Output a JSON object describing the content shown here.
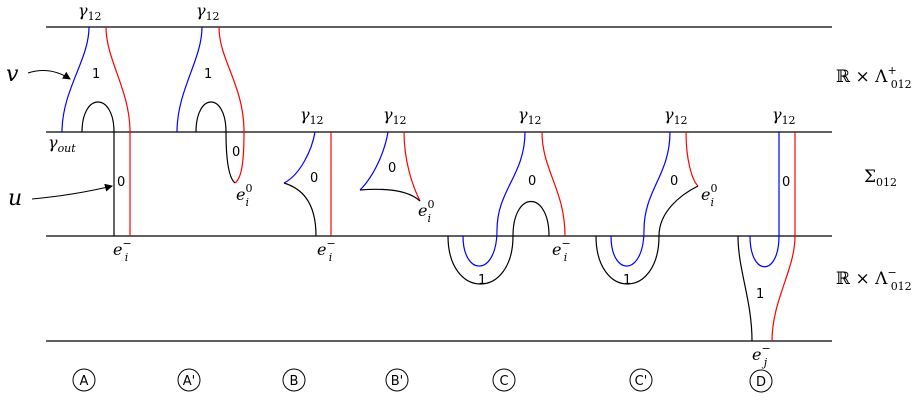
{
  "levels": {
    "top_level": "ℝ × Λ",
    "top_level_sup": "+",
    "top_level_sub": "012",
    "mid_level": "Σ",
    "mid_level_sub": "012",
    "bottom_level": "ℝ × Λ",
    "bottom_level_sup": "−",
    "bottom_level_sub": "012"
  },
  "labels": {
    "v": "v",
    "u": "u",
    "gamma": "γ",
    "gamma_sub": "12",
    "gamma_out": "γ",
    "gamma_out_sub": "out",
    "e": "e",
    "e_sub_i": "i",
    "e_sub_j": "j",
    "sup_minus": "−",
    "sup_zero": "0",
    "one": "1",
    "zero": "0"
  },
  "cases": [
    "A",
    "A'",
    "B",
    "B'",
    "C",
    "C'",
    "D"
  ],
  "colors": {
    "line": "#000000",
    "blue": "#0000ff",
    "red": "#ff0000"
  }
}
